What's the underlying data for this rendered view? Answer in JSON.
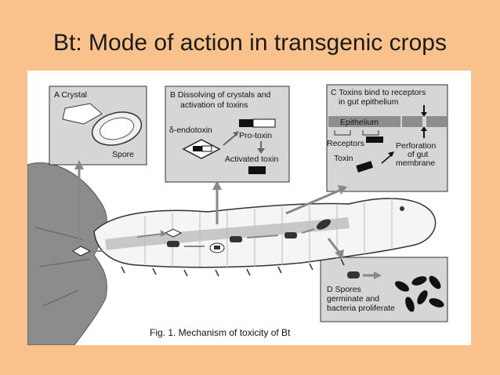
{
  "slide": {
    "title": "Bt: Mode of action in transgenic crops"
  },
  "figure": {
    "caption": "Fig. 1.  Mechanism of toxicity of Bt",
    "panel_a": {
      "heading": "A  Crystal",
      "spore": "Spore"
    },
    "panel_b": {
      "heading_line1": "B Dissolving of crystals and",
      "heading_line2": "activation of toxins",
      "endotoxin": "δ-endotoxin",
      "protoxin": "Pro-toxin",
      "activated": "Activated toxin"
    },
    "panel_c": {
      "heading_line1": "C  Toxins bind to receptors",
      "heading_line2": "in gut epithelium",
      "epithelium": "Epithelium",
      "receptors": "Receptors",
      "toxin": "Toxin",
      "perforation_line1": "Perforation",
      "perforation_line2": "of gut",
      "perforation_line3": "membrane"
    },
    "panel_d": {
      "line1": "D Spores",
      "line2": "germinate and",
      "line3": "bacteria proliferate"
    }
  }
}
